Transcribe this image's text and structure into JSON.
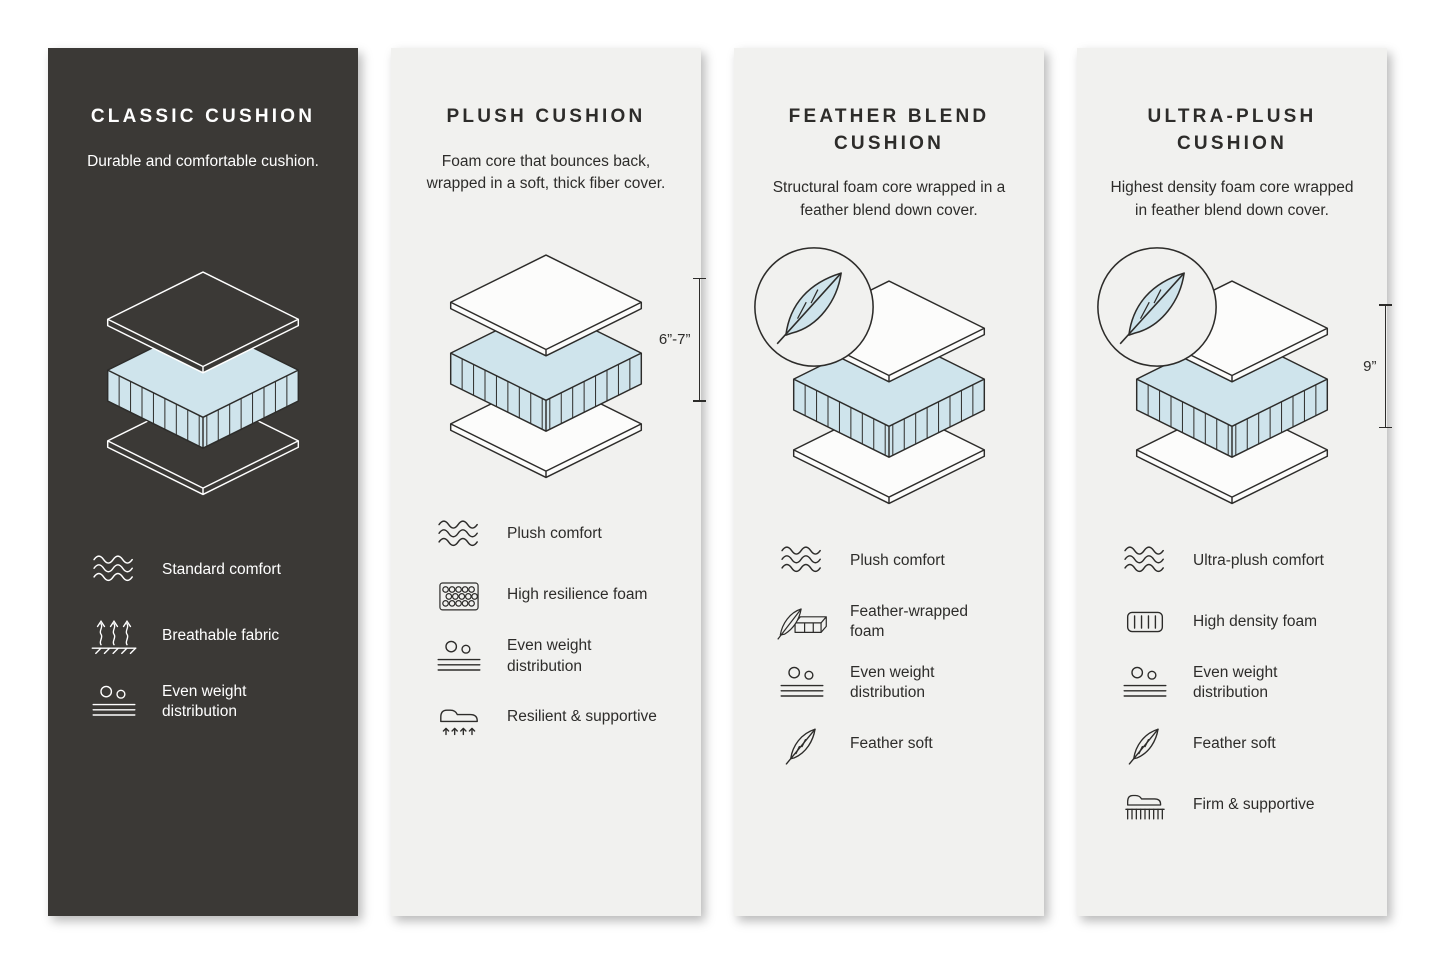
{
  "colors": {
    "page_background": "#ffffff",
    "panel_dark": "#3b3936",
    "panel_light": "#f1f1ef",
    "text_dark": "#2d2c2a",
    "text_light": "#ffffff",
    "foam_blue": "#cfe4ec",
    "outline_dark": "#2d2c2a",
    "outline_light": "#ffffff"
  },
  "panels": [
    {
      "id": "classic-cushion",
      "theme": "dark",
      "title": "CLASSIC CUSHION",
      "description": "Durable and comfortable cushion.",
      "feather_badge": false,
      "dimension": "",
      "features": [
        {
          "icon": "waves-icon",
          "label": "Standard comfort"
        },
        {
          "icon": "breathable-icon",
          "label": "Breathable fabric"
        },
        {
          "icon": "even-weight-icon",
          "label": "Even weight distribution"
        }
      ]
    },
    {
      "id": "plush-cushion",
      "theme": "light",
      "title": "PLUSH CUSHION",
      "description": "Foam core that bounces back, wrapped in a soft, thick fiber cover.",
      "feather_badge": false,
      "dimension": "6”-7”",
      "features": [
        {
          "icon": "waves-icon",
          "label": "Plush comfort"
        },
        {
          "icon": "honeycomb-foam-icon",
          "label": "High resilience foam"
        },
        {
          "icon": "even-weight-icon",
          "label": "Even weight distribution"
        },
        {
          "icon": "lounge-arrows-icon",
          "label": "Resilient & supportive"
        }
      ]
    },
    {
      "id": "feather-blend-cushion",
      "theme": "light",
      "title": "FEATHER BLEND CUSHION",
      "description": "Structural foam core wrapped in a feather blend down cover.",
      "feather_badge": true,
      "dimension": "",
      "features": [
        {
          "icon": "waves-icon",
          "label": "Plush comfort"
        },
        {
          "icon": "feather-foam-icon",
          "label": "Feather-wrapped foam"
        },
        {
          "icon": "even-weight-icon",
          "label": "Even weight distribution"
        },
        {
          "icon": "feather-icon",
          "label": "Feather soft"
        }
      ]
    },
    {
      "id": "ultra-plush-cushion",
      "theme": "light",
      "title": "ULTRA-PLUSH CUSHION",
      "description": "Highest density foam core wrapped in feather blend down cover.",
      "feather_badge": true,
      "dimension": "9”",
      "features": [
        {
          "icon": "waves-icon",
          "label": "Ultra-plush comfort"
        },
        {
          "icon": "foam-cells-icon",
          "label": "High density foam"
        },
        {
          "icon": "even-weight-icon",
          "label": "Even weight distribution"
        },
        {
          "icon": "feather-icon",
          "label": "Feather soft"
        },
        {
          "icon": "firm-support-icon",
          "label": "Firm & supportive"
        }
      ]
    }
  ]
}
